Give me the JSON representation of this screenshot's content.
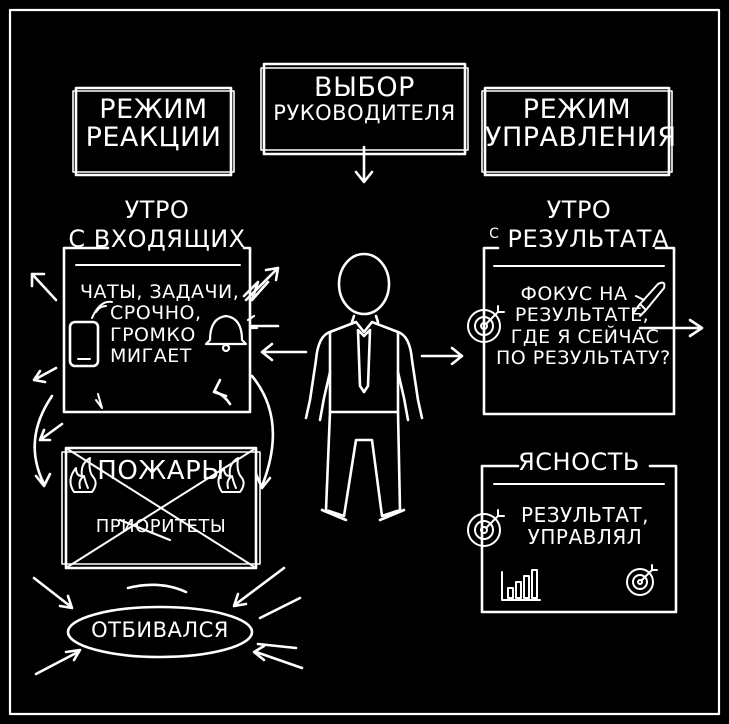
{
  "reaction_mode": {
    "line1": "РЕЖИМ",
    "line2": "РЕАКЦИИ"
  },
  "leader_choice": {
    "line1": "ВЫБОР",
    "line2": "РУКОВОДИТЕЛЯ"
  },
  "management_mode": {
    "line1": "РЕЖИМ",
    "line2": "УПРАВЛЕНИЯ"
  },
  "morning_incoming": {
    "line1": "УТРО",
    "line2": "С ВХОДЯЩИХ",
    "items": [
      "ЧАТЫ, ЗАДАЧИ,",
      "СРОЧНО,",
      "ГРОМКО",
      "МИГАЕТ"
    ]
  },
  "morning_result": {
    "line1": "УТРО",
    "line2_prefix": "С",
    "line2": "РЕЗУЛЬТАТА",
    "items": [
      "ФОКУС НА",
      "РЕЗУЛЬТАТЕ,",
      "ГДЕ Я СЕЙЧАС",
      "ПО РЕЗУЛЬТАТУ?"
    ]
  },
  "fires": {
    "title": "ПОЖАРЫ",
    "priorities_a": "ПРИ",
    "priorities_strike": "ОРИ",
    "priorities_b": "ТЕТЫ"
  },
  "clarity": {
    "title": "ЯСНОСТЬ",
    "items": [
      "РЕЗУЛЬТАТ,",
      "УПРАВЛЯЛ"
    ]
  },
  "fought_off": "ОТБИВАЛСЯ",
  "colors": {
    "background": "#000000",
    "ink": "#ffffff"
  },
  "icons": [
    "phone-icon",
    "bell-icon",
    "fire-icon",
    "target-icon",
    "rocket-icon",
    "bar-chart-icon",
    "person-figure"
  ]
}
